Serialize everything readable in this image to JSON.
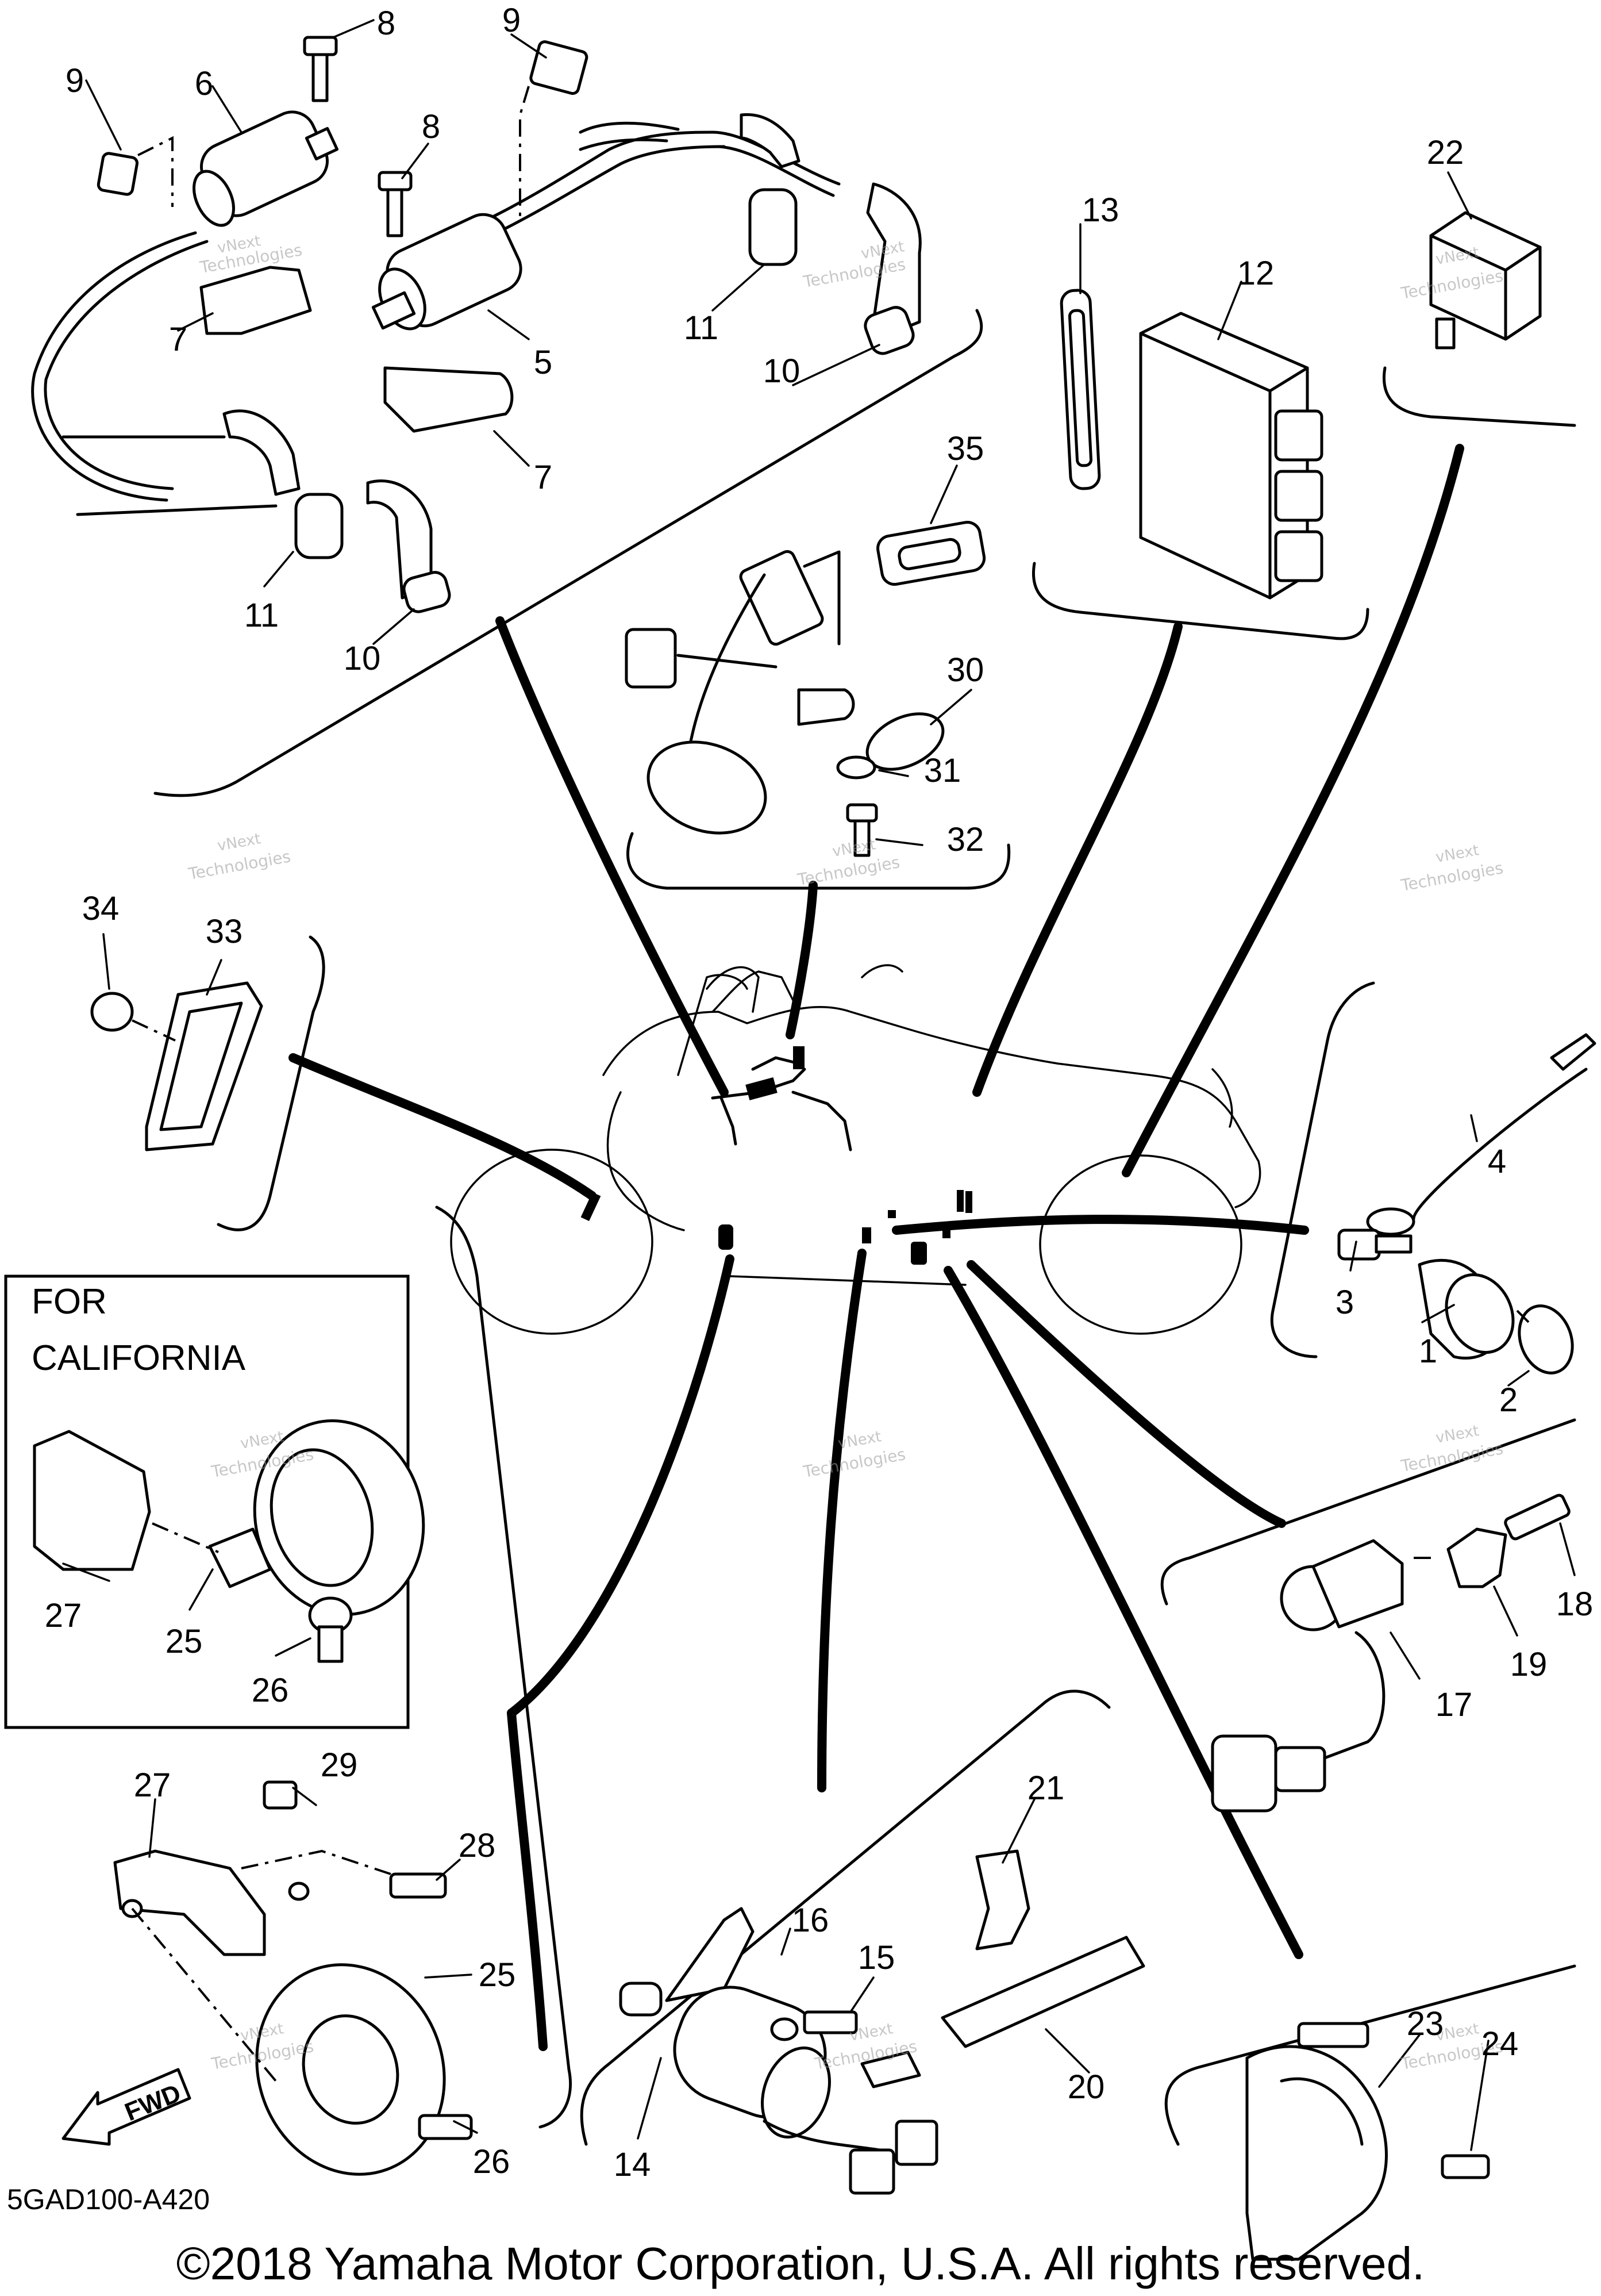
{
  "diagram": {
    "part_numbers": {
      "p1": "1",
      "p2": "2",
      "p3": "3",
      "p4": "4",
      "p5": "5",
      "p6": "6",
      "p7a": "7",
      "p7b": "7",
      "p8a": "8",
      "p8b": "8",
      "p9a": "9",
      "p9b": "9",
      "p10a": "10",
      "p10b": "10",
      "p11a": "11",
      "p11b": "11",
      "p12": "12",
      "p13": "13",
      "p14": "14",
      "p15": "15",
      "p16": "16",
      "p17": "17",
      "p18": "18",
      "p19": "19",
      "p20": "20",
      "p21": "21",
      "p22": "22",
      "p23": "23",
      "p24": "24",
      "p25a": "25",
      "p25b": "25",
      "p26a": "26",
      "p26b": "26",
      "p27a": "27",
      "p27b": "27",
      "p28": "28",
      "p29": "29",
      "p30": "30",
      "p31": "31",
      "p32": "32",
      "p33": "33",
      "p34": "34",
      "p35": "35"
    },
    "california_box": {
      "line1": "FOR",
      "line2": "CALIFORNIA"
    },
    "fwd_label": "FWD",
    "diagram_code": "5GAD100-A420",
    "copyright": "©2018 Yamaha Motor Corporation, U.S.A. All rights reserved.",
    "watermark": {
      "line1": "vNext",
      "line2": "Technologies"
    }
  }
}
